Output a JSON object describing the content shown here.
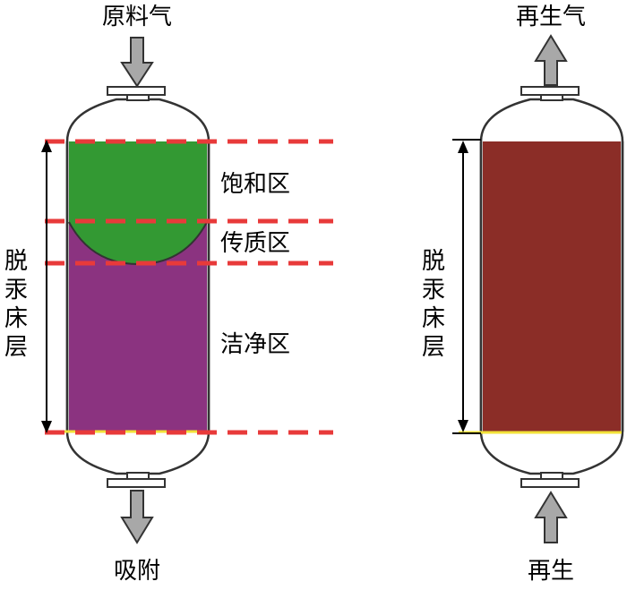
{
  "left_column": {
    "inlet_label": "原料气",
    "outlet_label": "吸附",
    "bed_label": [
      "脱",
      "汞",
      "床",
      "层"
    ],
    "zones": [
      {
        "label": "饱和区",
        "color": "#339933"
      },
      {
        "label": "传质区",
        "color": "#339933"
      },
      {
        "label": "洁净区",
        "color": "#8b3380"
      }
    ]
  },
  "right_column": {
    "outlet_label": "再生气",
    "inlet_label": "再生",
    "bed_label": [
      "脱",
      "汞",
      "床",
      "层"
    ],
    "bed_color": "#8b2d27"
  },
  "colors": {
    "dash": "#e83a3a",
    "support_line": "#f2e23a",
    "arrow_fill": "#a8a8a8",
    "outline": "#333333"
  }
}
